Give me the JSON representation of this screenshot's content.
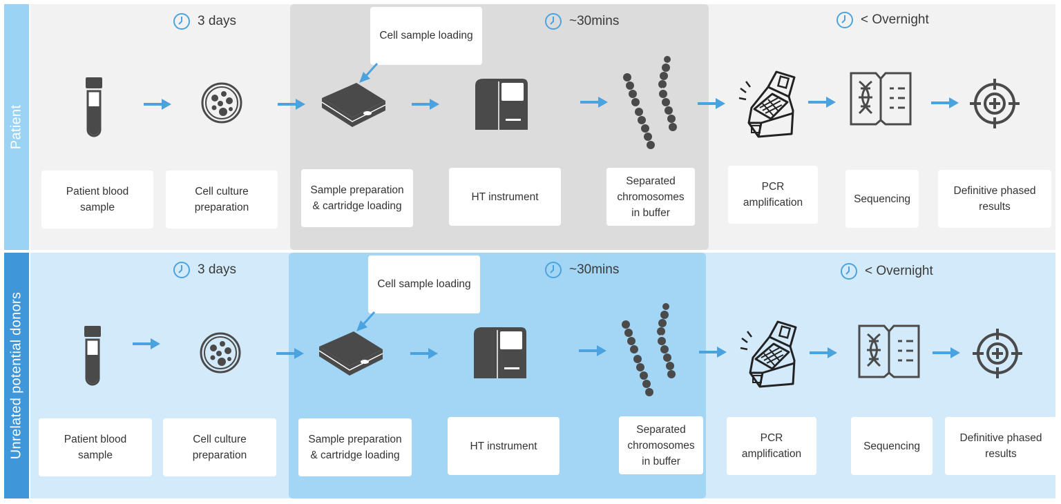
{
  "colors": {
    "row1_bg": "#f2f2f2",
    "row1_mid": "#dcdcdc",
    "row1_side": "#9ad3f3",
    "row2_bg": "#d3eafa",
    "row2_mid": "#a3d6f5",
    "row2_side": "#3f97d9",
    "arrow": "#4aa3df",
    "icon": "#4a4a4a"
  },
  "rows": [
    {
      "side_label": "Patient",
      "time_left": "3 days",
      "time_mid": "~30mins",
      "time_right": "< Overnight",
      "callout": "Cell sample loading",
      "steps": [
        {
          "label": "Patient blood\nsample",
          "icon": "blood-tube-icon"
        },
        {
          "label": "Cell culture\npreparation",
          "icon": "petri-dish-icon"
        },
        {
          "label": "Sample preparation\n& cartridge loading",
          "icon": "cartridge-icon"
        },
        {
          "label": "HT instrument",
          "icon": "instrument-icon"
        },
        {
          "label": "Separated\nchromosomes\nin buffer",
          "icon": "chromosomes-icon"
        },
        {
          "label": "PCR\namplification",
          "icon": "pcr-machine-icon"
        },
        {
          "label": "Sequencing",
          "icon": "dna-book-icon"
        },
        {
          "label": "Definitive phased\nresults",
          "icon": "target-icon"
        }
      ]
    },
    {
      "side_label": "Unrelated potential donors",
      "time_left": "3 days",
      "time_mid": "~30mins",
      "time_right": "< Overnight",
      "callout": "Cell sample loading",
      "steps": [
        {
          "label": "Patient blood\nsample",
          "icon": "blood-tube-icon"
        },
        {
          "label": "Cell culture\npreparation",
          "icon": "petri-dish-icon"
        },
        {
          "label": "Sample preparation\n& cartridge loading",
          "icon": "cartridge-icon"
        },
        {
          "label": "HT instrument",
          "icon": "instrument-icon"
        },
        {
          "label": "Separated\nchromosomes\nin buffer",
          "icon": "chromosomes-icon"
        },
        {
          "label": "PCR\namplification",
          "icon": "pcr-machine-icon"
        },
        {
          "label": "Sequencing",
          "icon": "dna-book-icon"
        },
        {
          "label": "Definitive phased\nresults",
          "icon": "target-icon"
        }
      ]
    }
  ]
}
